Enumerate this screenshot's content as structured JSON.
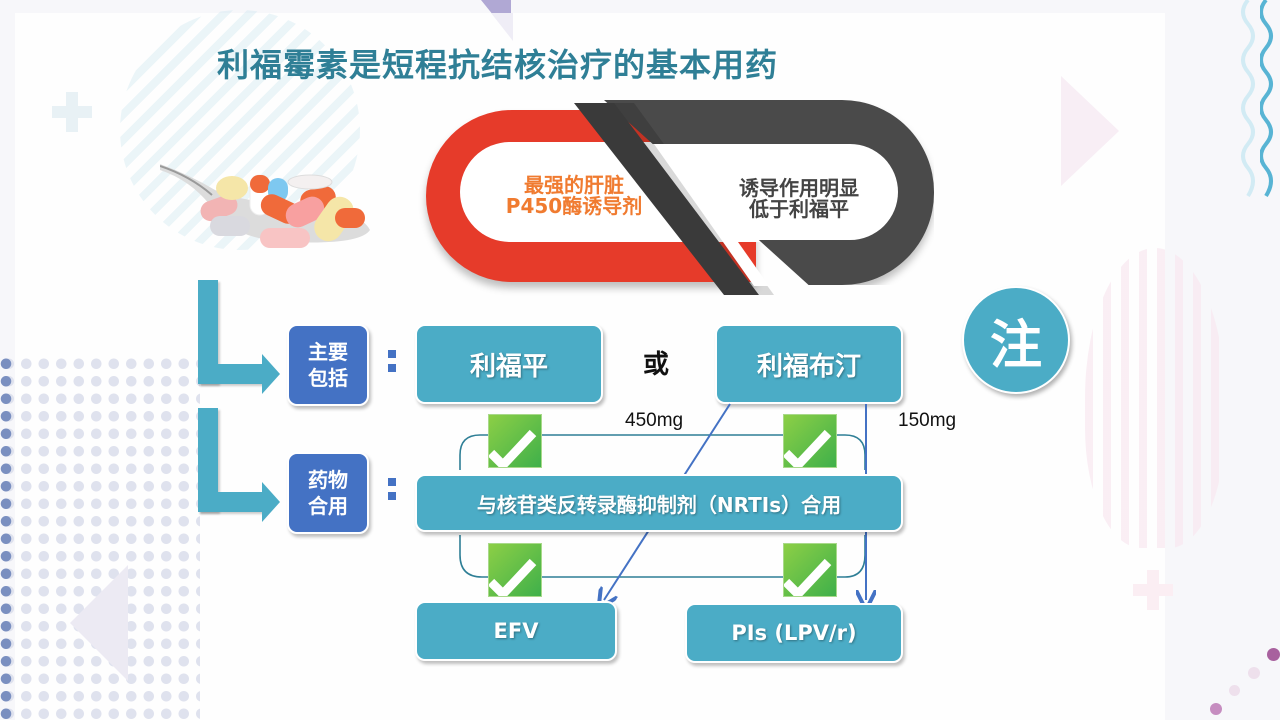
{
  "slide": {
    "title": "利福霉素是短程抗结核治疗的基本用药",
    "colors": {
      "title": "#2f7f96",
      "teal": "#4bacc6",
      "blue": "#4472c4",
      "red": "#e63b2a",
      "dark": "#4a4a4a",
      "orange": "#f07b30",
      "green": "#4db848"
    }
  },
  "comparison": {
    "left_line1": "最强的肝脏",
    "left_line2": "P450酶诱导剂",
    "right_line1": "诱导作用明显",
    "right_line2": "低于利福平"
  },
  "row1": {
    "label_line1": "主要",
    "label_line2": "包括",
    "option_a": "利福平",
    "connector": "或",
    "option_b": "利福布汀"
  },
  "doses": {
    "rifampicin": "450mg",
    "rifabutin": "150mg"
  },
  "note_badge": "注",
  "row2": {
    "label_line1": "药物",
    "label_line2": "合用",
    "nrti_box": "与核苷类反转录酶抑制剂（NRTIs）合用"
  },
  "targets": {
    "efv": "EFV",
    "pis": "PIs (LPV/r)"
  },
  "icons": {
    "check": "check-icon",
    "arrow": "l-arrow-icon",
    "pills": "pills-spoon-image"
  }
}
